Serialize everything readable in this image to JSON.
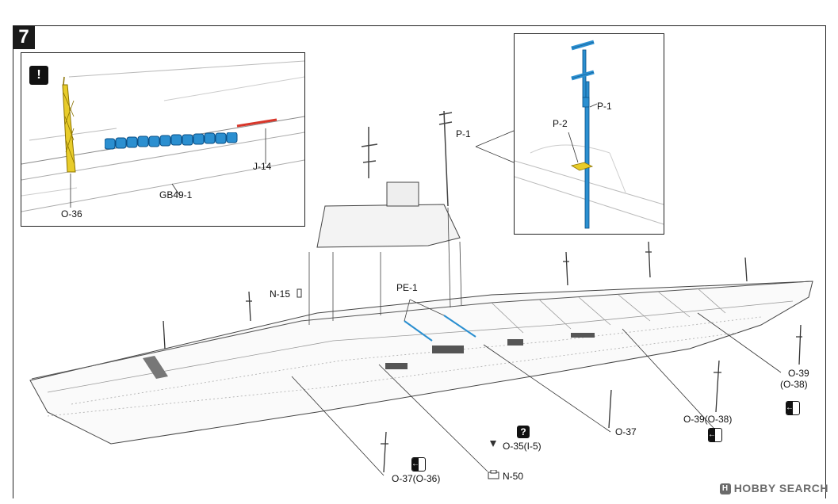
{
  "step_number": "7",
  "inset_left": {
    "note_icon": "!",
    "labels": {
      "mast": "O-36",
      "shields": "GB49-1",
      "rail": "J-14"
    }
  },
  "inset_right": {
    "labels": {
      "mast": "P-1",
      "platform": "P-2"
    }
  },
  "main": {
    "labels": {
      "p1": "P-1",
      "n15": "N-15",
      "pe1": "PE-1",
      "o37": "O-37",
      "o39_a": "O-39(O-38)",
      "o39_b1": "O-39",
      "o39_b2": "(O-38)",
      "o37_o36": "O-37(O-36)",
      "o35": "O-35(I-5)",
      "n50": "N-50"
    },
    "question_icon": "?",
    "colors": {
      "accent_blue": "#2b8fd0",
      "accent_yellow": "#e8cc2a",
      "accent_red": "#d8362a",
      "line": "#333333"
    }
  },
  "watermark": {
    "brand": "HOBBY SEARCH"
  }
}
